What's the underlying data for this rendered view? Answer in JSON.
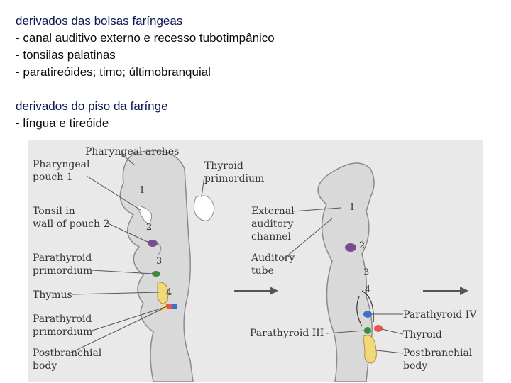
{
  "text": {
    "heading1": "derivados das bolsas faríngeas",
    "items1": [
      "- canal auditivo externo e recesso tubotimpânico",
      "- tonsilas palatinas",
      "- paratireóides; timo; últimobranquial"
    ],
    "heading2": "derivados do piso da farínge",
    "items2": [
      "- língua e tireóide"
    ]
  },
  "figure": {
    "left_panel": {
      "top_label": "Pharyngeal arches",
      "labels": {
        "pharyngeal_pouch_1": [
          "Pharyngeal",
          "pouch 1"
        ],
        "tonsil": [
          "Tonsil in",
          "wall of pouch 2"
        ],
        "parathyroid_upper": [
          "Parathyroid",
          "primordium"
        ],
        "thymus": "Thymus",
        "parathyroid_lower": [
          "Parathyroid",
          "primordium"
        ],
        "postbranchial": [
          "Postbranchial",
          "body"
        ],
        "thyroid_primordium": [
          "Thyroid",
          "primordium"
        ]
      },
      "arch_numbers": [
        "1",
        "2",
        "3",
        "4"
      ]
    },
    "right_panel": {
      "labels": {
        "external_auditory": [
          "External",
          "auditory",
          "channel"
        ],
        "auditory_tube": [
          "Auditory",
          "tube"
        ],
        "parathyroid_iii": "Parathyroid III",
        "parathyroid_iv": "Parathyroid IV",
        "thyroid": "Thyroid",
        "postbranchial": [
          "Postbranchial",
          "body"
        ]
      },
      "arch_numbers": [
        "1",
        "2",
        "3",
        "4"
      ]
    },
    "colors": {
      "background": "#e9e9e9",
      "tissue": "#d9d9d9",
      "tissue_edge": "#8a8a8a",
      "tonsil": "#7b4c8c",
      "parathyroid": "#3f8a3c",
      "thymus": "#f1d978",
      "postbranchial": "#f1d978",
      "thyroid": "#e8564a",
      "blue": "#3b73c4",
      "arrow": "#555555"
    }
  }
}
